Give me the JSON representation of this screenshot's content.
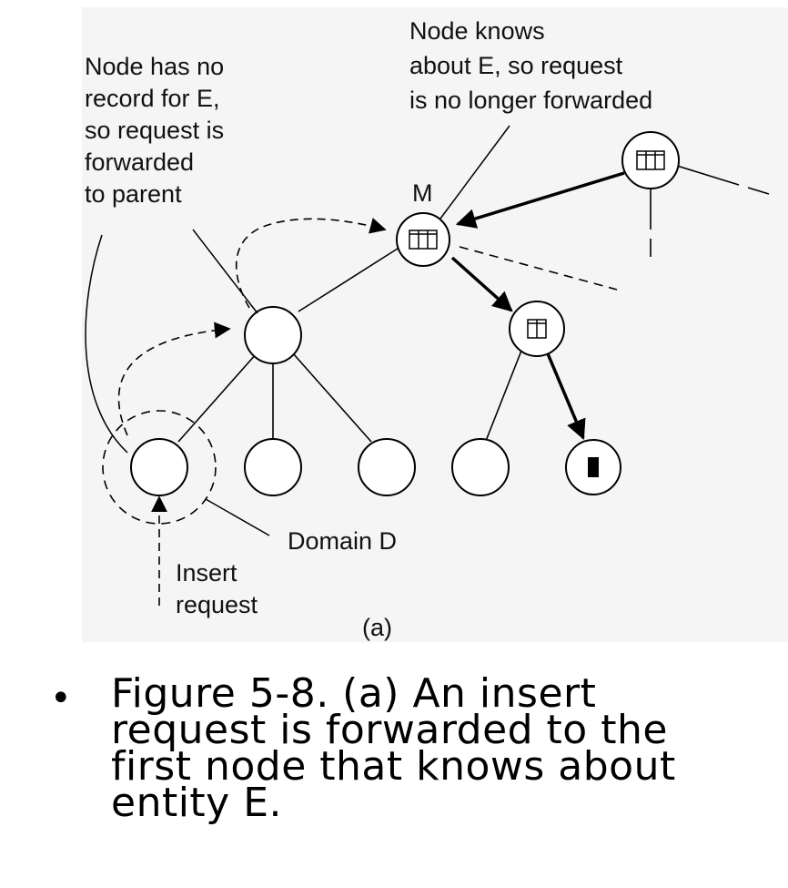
{
  "diagram": {
    "label_no_record": [
      "Node has no",
      "record for E,",
      "so request is",
      "forwarded",
      "to parent"
    ],
    "label_knows": [
      "Node knows",
      "about E, so request",
      "is no longer forwarded"
    ],
    "node_m_label": "M",
    "domain_label": "Domain D",
    "insert_label": [
      "Insert",
      "request"
    ],
    "sublabel": "(a)"
  },
  "caption": {
    "bullet": "•",
    "text": "Figure 5-8. (a) An insert\nrequest is forwarded to the\nfirst node that knows about\nentity E."
  }
}
